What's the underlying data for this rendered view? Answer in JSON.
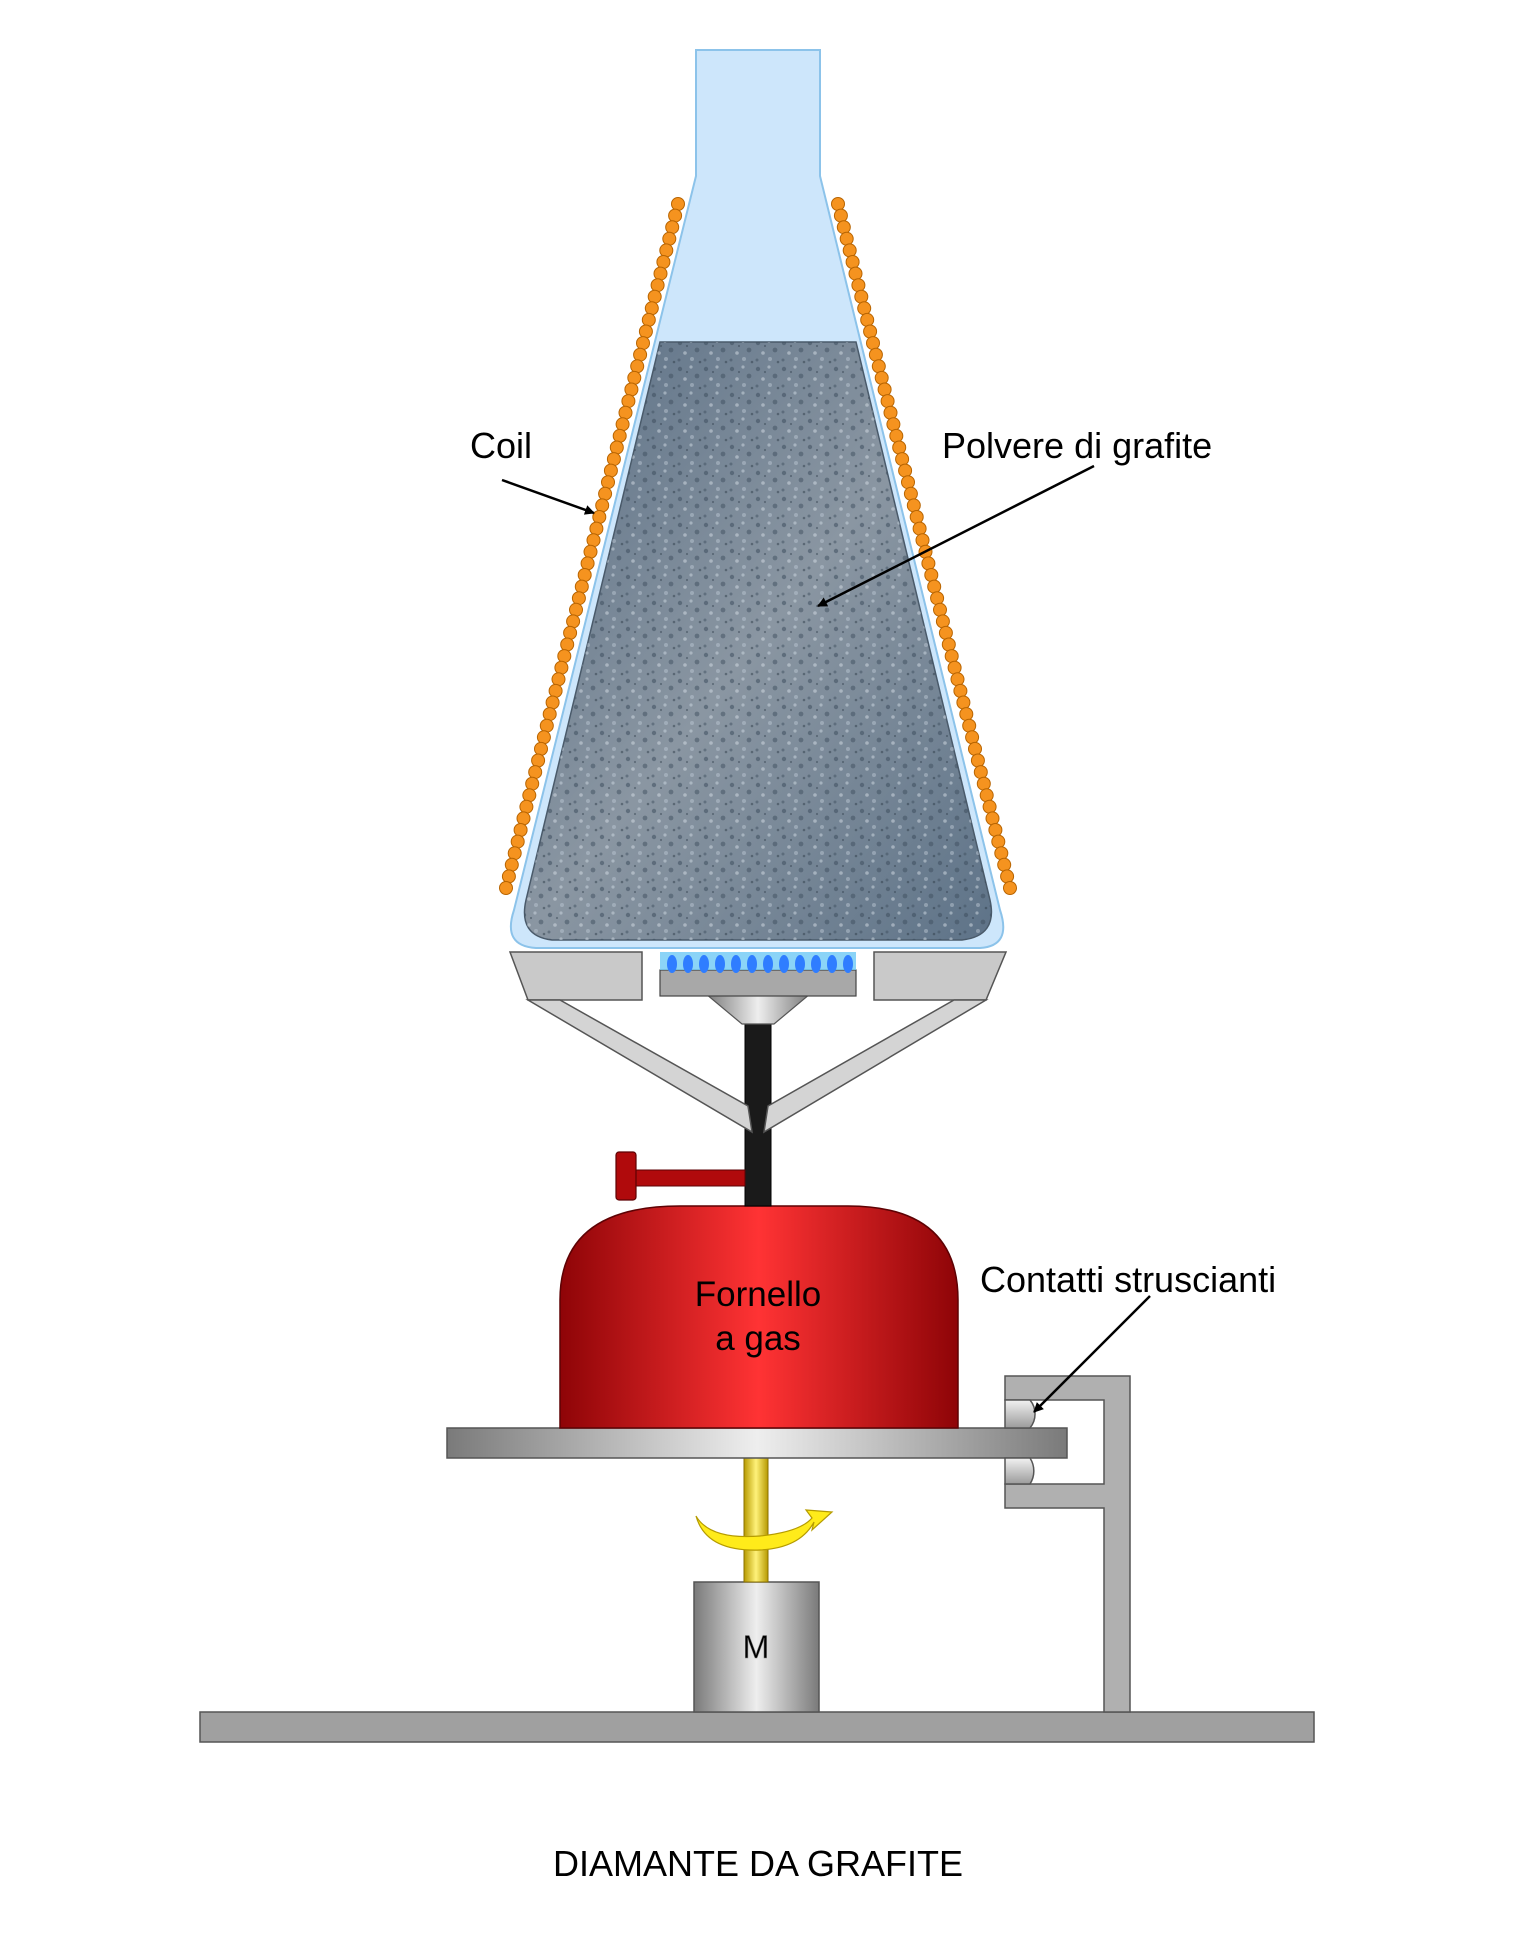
{
  "title": "DIAMANTE DA GRAFITE",
  "labels": {
    "coil": "Coil",
    "powder": "Polvere di grafite",
    "stove_line1": "Fornello",
    "stove_line2": "a gas",
    "contacts": "Contatti struscianti",
    "motor": "M"
  },
  "colors": {
    "glass": "#cde6fb",
    "coil": "#f5931f",
    "powder": "#6f7f8f",
    "stove": "#c81618",
    "metal": "#a9a9a9",
    "shaft": "#e3c21d",
    "flame": "#2f7dff"
  }
}
